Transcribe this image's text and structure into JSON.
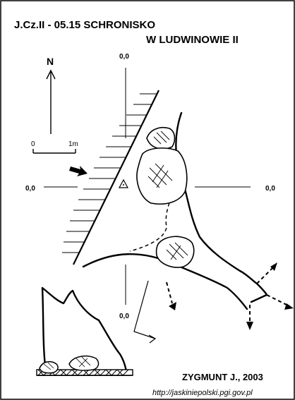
{
  "header": {
    "title_line1": "J.Cz.II - 05.15  SCHRONISKO",
    "title_line2": "W LUDWINOWIE II"
  },
  "north_arrow": {
    "label": "N"
  },
  "scale_bar": {
    "start_label": "0",
    "end_label": "1m"
  },
  "section_markers": {
    "top": "0,0",
    "left": "0,0",
    "right": "0,0",
    "bottom": "0,0"
  },
  "footer": {
    "author": "ZYGMUNT J., 2003",
    "url": "http://jaskiniepolski.pgi.gov.pl"
  },
  "colors": {
    "ink": "#000000",
    "background": "#ffffff"
  }
}
